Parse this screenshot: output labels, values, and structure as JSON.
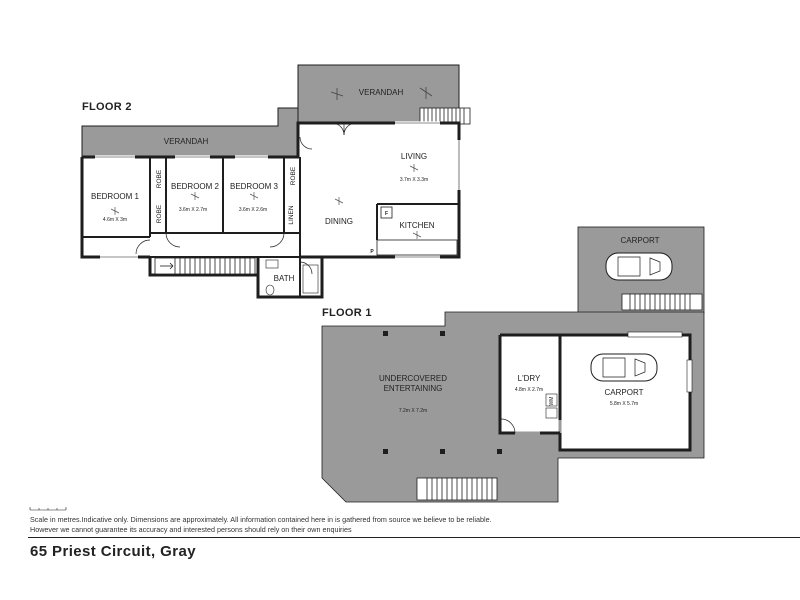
{
  "floors": {
    "floor2": "FLOOR 2",
    "floor1": "FLOOR 1"
  },
  "rooms": {
    "verandah_top": "VERANDAH",
    "verandah_left": "VERANDAH",
    "bedroom1": {
      "name": "BEDROOM 1",
      "dims": "4.6m X 3m"
    },
    "bedroom2": {
      "name": "BEDROOM 2",
      "dims": "3.6m X 2.7m"
    },
    "bedroom3": {
      "name": "BEDROOM 3",
      "dims": "3.6m X 2.6m"
    },
    "robe": "ROBE",
    "linen": "LINEN",
    "living": {
      "name": "LIVING",
      "dims": "3.7m X 3.3m"
    },
    "dining": "DINING",
    "kitchen": "KITCHEN",
    "fridge": "F",
    "pantry": "P",
    "bath": "BATH",
    "carport_top": "CARPORT",
    "undercovered": {
      "line1": "UNDERCOVERED",
      "line2": "ENTERTAINING",
      "dims": "7.2m X 7.2m"
    },
    "laundry": {
      "name": "L'DRY",
      "dims": "4.8m X 2.7m"
    },
    "carport_main": {
      "name": "CARPORT",
      "dims": "5.8m X 5.7m"
    },
    "wm": "WM"
  },
  "disclaimer": "Scale in metres.Indicative only. Dimensions are approximately. All information contained here in is gathered from source we believe to be reliable. However we cannot guarantee its accuracy and interested persons should rely on their own enquiries",
  "address": "65 Priest Circuit, Gray",
  "colors": {
    "wall": "#1e1e1e",
    "outdoor": "#9a9a9a",
    "background": "#ffffff"
  }
}
